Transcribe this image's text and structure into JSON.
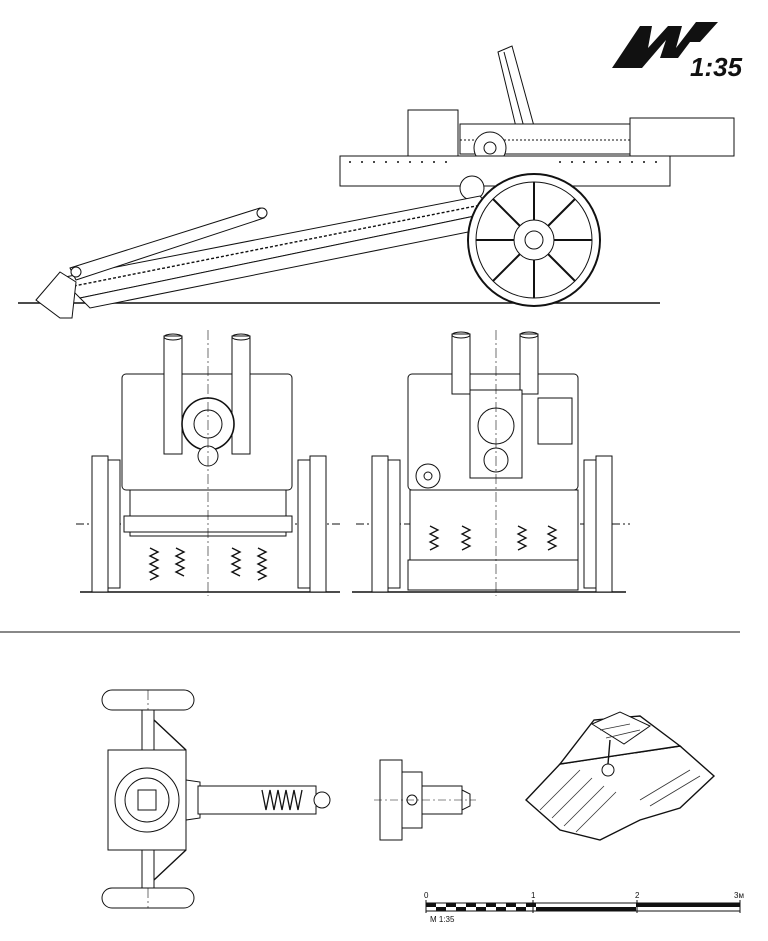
{
  "logo": {
    "mark": "M",
    "scale_text": "1:35"
  },
  "scale_bar": {
    "ticks": [
      "0",
      "1",
      "2",
      "3м"
    ],
    "caption": "M 1:35"
  },
  "views": {
    "side": "side-elevation",
    "front": "front-elevation",
    "rear": "rear-elevation",
    "top": "plan-view",
    "detail": "detail-section",
    "isometric": "isometric-detail"
  },
  "colors": {
    "ink": "#111111",
    "paper": "#ffffff",
    "hatch": "#333333"
  }
}
